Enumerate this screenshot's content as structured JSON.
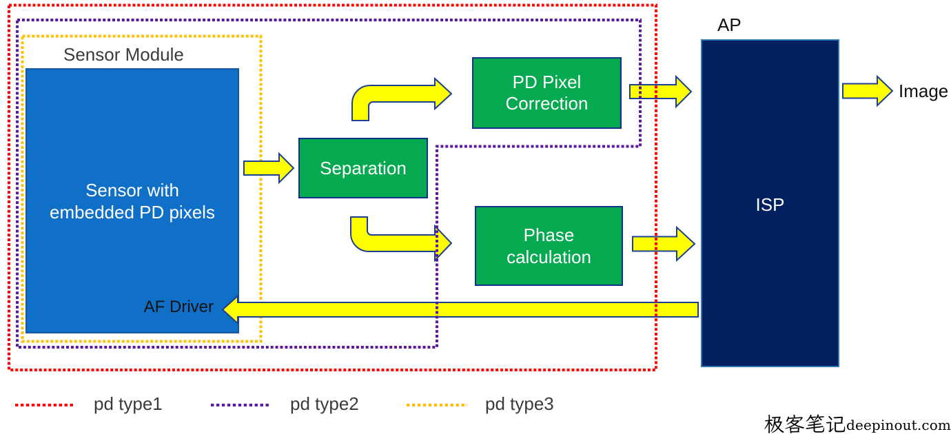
{
  "diagram": {
    "sensor_module": {
      "title": "Sensor Module",
      "sensor_label": "Sensor with embedded PD pixels",
      "af_driver_label": "AF Driver"
    },
    "blocks": {
      "separation": "Separation",
      "pd_pixel_correction": "PD Pixel Correction",
      "phase_calculation": "Phase calculation"
    },
    "ap": {
      "title": "AP",
      "isp_label": "ISP"
    },
    "output_label": "Image"
  },
  "legend": {
    "items": [
      {
        "label": "pd type1",
        "swatch": "red-dotted-line",
        "color": "#FF0000"
      },
      {
        "label": "pd type2",
        "swatch": "purple-dotted-line",
        "color": "#5B18A0"
      },
      {
        "label": "pd type3",
        "swatch": "orange-dotted-line",
        "color": "#FFC000"
      }
    ]
  },
  "watermark": {
    "brand_cjk": "极客笔记",
    "site": "deepinout.com"
  },
  "colors": {
    "outline_red": "#FF0000",
    "outline_purple": "#5B18A0",
    "outline_orange": "#FFC000",
    "box_blue": "#106FC6",
    "box_blue_border": "#1856A4",
    "box_green": "#05A94F",
    "box_green_border": "#10308E",
    "box_navy": "#002060",
    "box_navy_border": "#2E75B6",
    "arrow_yellow": "#FFFF00",
    "arrow_outline": "#1B3F94",
    "text_dark": "#3B3B3B",
    "text_black": "#111111",
    "text_light": "#FFFFFF",
    "canvas_bg": "#FFFFFF"
  }
}
